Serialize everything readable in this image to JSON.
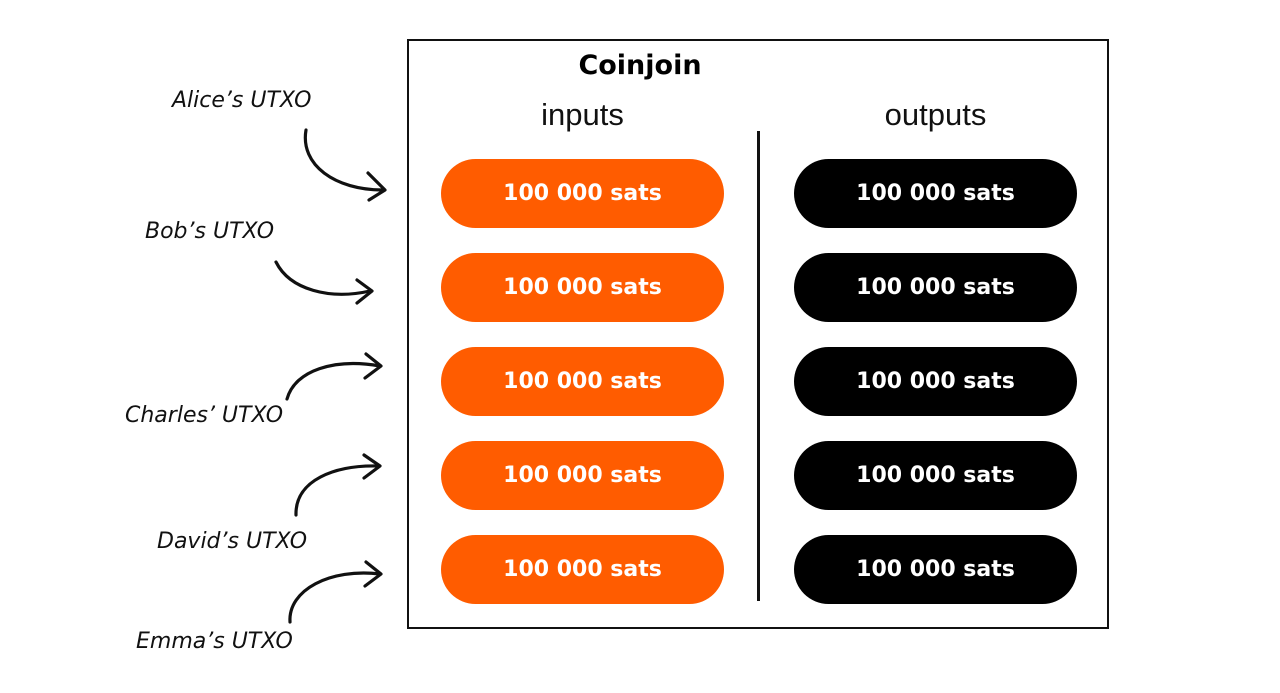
{
  "diagram": {
    "title": "Coinjoin",
    "inputs_label": "inputs",
    "outputs_label": "outputs",
    "input_color": "#ff5c00",
    "output_color": "#000000",
    "inputs": [
      {
        "amount": "100 000 sats"
      },
      {
        "amount": "100 000 sats"
      },
      {
        "amount": "100 000 sats"
      },
      {
        "amount": "100 000 sats"
      },
      {
        "amount": "100 000 sats"
      }
    ],
    "outputs": [
      {
        "amount": "100 000 sats"
      },
      {
        "amount": "100 000 sats"
      },
      {
        "amount": "100 000 sats"
      },
      {
        "amount": "100 000 sats"
      },
      {
        "amount": "100 000 sats"
      }
    ],
    "owners": [
      {
        "label": "Alice’s UTXO"
      },
      {
        "label": "Bob’s UTXO"
      },
      {
        "label": "Charles’ UTXO"
      },
      {
        "label": "David’s UTXO"
      },
      {
        "label": "Emma’s UTXO"
      }
    ]
  }
}
